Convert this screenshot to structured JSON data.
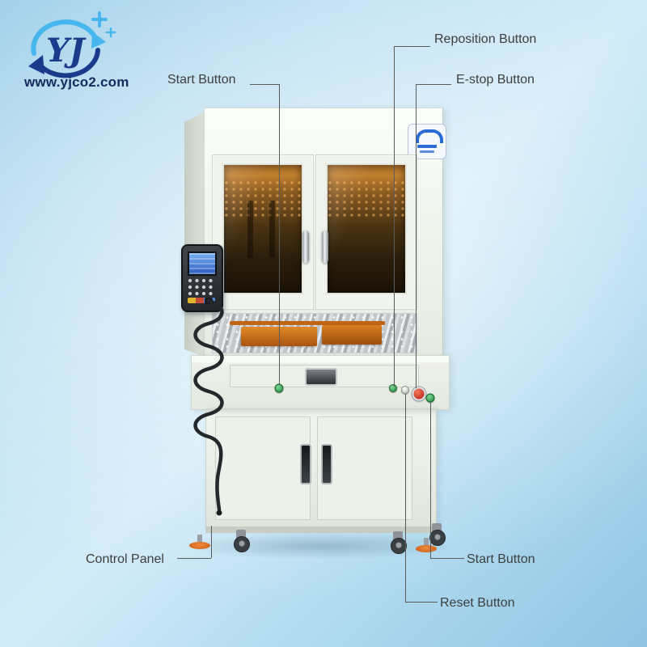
{
  "brand": {
    "logo_text": "YJ",
    "website": "www.yjco2.com"
  },
  "annotations": {
    "reposition": {
      "label": "Reposition Button"
    },
    "start_top": {
      "label": "Start Button"
    },
    "estop": {
      "label": "E-stop Button"
    },
    "control_panel": {
      "label": "Control Panel"
    },
    "start_bottom": {
      "label": "Start Button"
    },
    "reset": {
      "label": "Reset Button"
    }
  },
  "machine_buttons": [
    {
      "name": "start-left",
      "color": "#2fa84f"
    },
    {
      "name": "reposition",
      "color": "#2fa84f"
    },
    {
      "name": "reset",
      "color": "#dfe4df"
    },
    {
      "name": "e-stop",
      "color": "#c8281a"
    },
    {
      "name": "start-right",
      "color": "#2fa84f"
    }
  ],
  "colors": {
    "background_light": "#d4ecf9",
    "background_deep": "#8fc4e1",
    "brand_navy": "#1b3a8c",
    "brand_light_blue": "#45b6ee",
    "label_text": "#3d3e3e",
    "leader_line": "#5a5b5b",
    "machine_body": "#f0f3ed",
    "window_amber": "#a06a2a",
    "copper_orange": "#cf7a1f",
    "sticker_blue": "#2a6bd8"
  }
}
